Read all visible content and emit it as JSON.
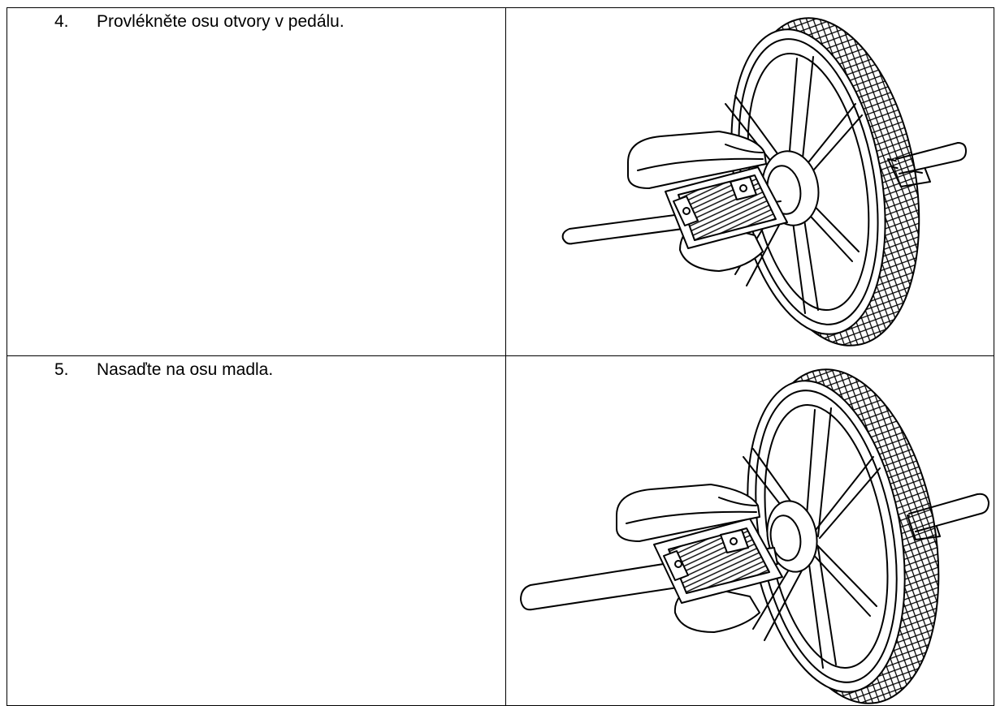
{
  "steps": [
    {
      "number": "4.",
      "text": "Provlékněte osu otvory v pedálu.",
      "illustration": "ab-wheel-axle-icon"
    },
    {
      "number": "5.",
      "text": "Nasaďte na osu madla.",
      "illustration": "ab-wheel-handles-icon"
    }
  ]
}
